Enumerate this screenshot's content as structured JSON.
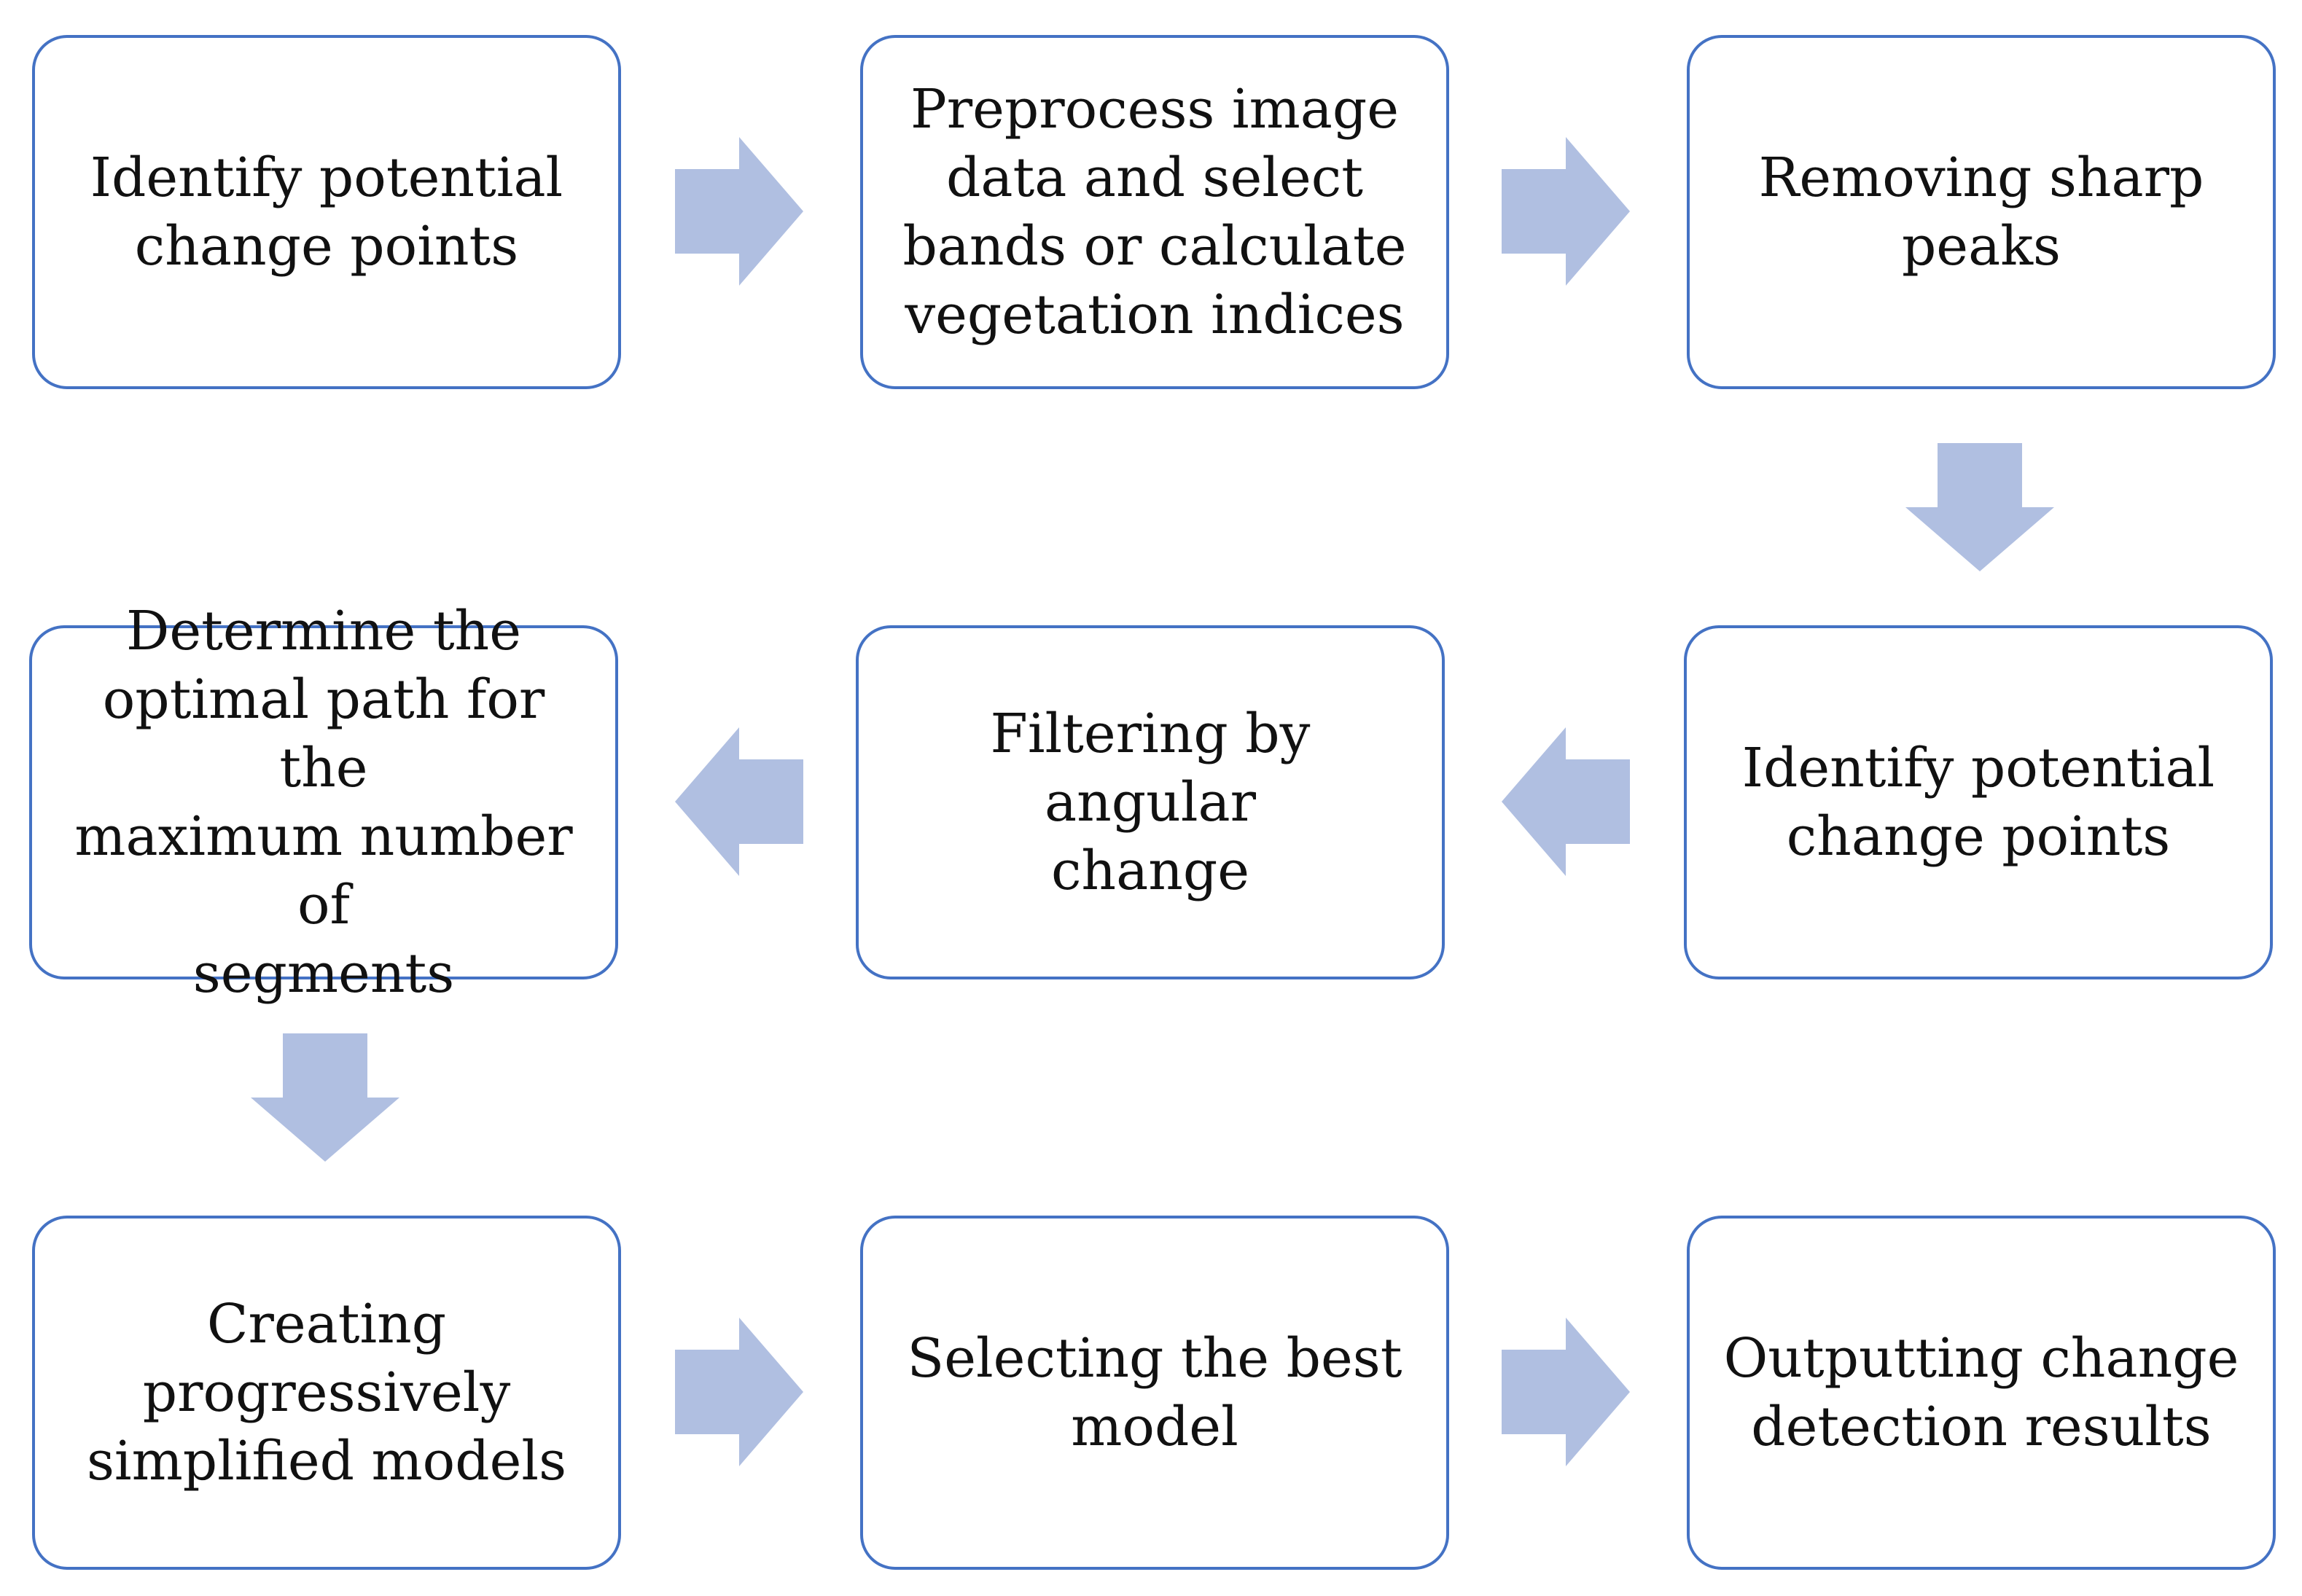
{
  "colors": {
    "box_border": "#4472c4",
    "arrow_fill": "#b0bfe1",
    "text": "#111111"
  },
  "steps": [
    {
      "label": "Identify potential\nchange points"
    },
    {
      "label": "Preprocess image\ndata and select\nbands or calculate\nvegetation indices"
    },
    {
      "label": "Removing sharp\npeaks"
    },
    {
      "label": "Identify potential\nchange points"
    },
    {
      "label": "Filtering by angular\nchange"
    },
    {
      "label": "Determine the\noptimal path for the\nmaximum number of\nsegments"
    },
    {
      "label": "Creating\nprogressively\nsimplified models"
    },
    {
      "label": "Selecting the best\nmodel"
    },
    {
      "label": "Outputting change\ndetection results"
    }
  ],
  "arrows": [
    {
      "from": 1,
      "to": 2,
      "direction": "right"
    },
    {
      "from": 2,
      "to": 3,
      "direction": "right"
    },
    {
      "from": 3,
      "to": 4,
      "direction": "down"
    },
    {
      "from": 4,
      "to": 5,
      "direction": "left"
    },
    {
      "from": 5,
      "to": 6,
      "direction": "left"
    },
    {
      "from": 6,
      "to": 7,
      "direction": "down"
    },
    {
      "from": 7,
      "to": 8,
      "direction": "right"
    },
    {
      "from": 8,
      "to": 9,
      "direction": "right"
    }
  ]
}
